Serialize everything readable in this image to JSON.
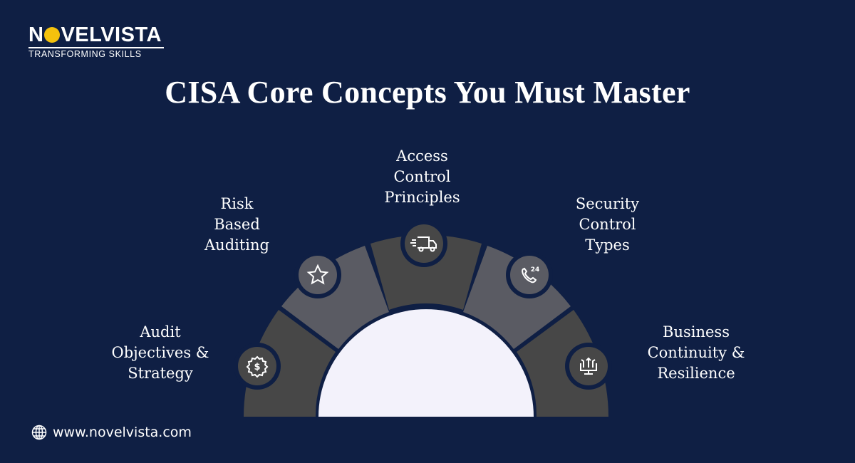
{
  "logo": {
    "name": "NOVELVISTA",
    "name_before_o": "N",
    "name_after_o": "VELVISTA",
    "tagline": "TRANSFORMING SKILLS"
  },
  "title": "CISA Core Concepts You Must Master",
  "colors": {
    "background": "#0f1f44",
    "segment_dark": "#474747",
    "segment_light": "#5a5b63",
    "center": "#f3f2fb",
    "accent_sun": "#f4c20d"
  },
  "concepts": [
    {
      "label": "Audit\nObjectives &\nStrategy",
      "icon": "gear-dollar-icon"
    },
    {
      "label": "Risk\nBased\nAuditing",
      "icon": "star-icon"
    },
    {
      "label": "Access\nControl\nPrinciples",
      "icon": "delivery-truck-icon"
    },
    {
      "label": "Security\nControl\nTypes",
      "icon": "phone-24-icon"
    },
    {
      "label": "Business\nContinuity &\nResilience",
      "icon": "monitor-arrows-icon"
    }
  ],
  "footer": {
    "icon": "globe-icon",
    "url": "www.novelvista.com"
  }
}
